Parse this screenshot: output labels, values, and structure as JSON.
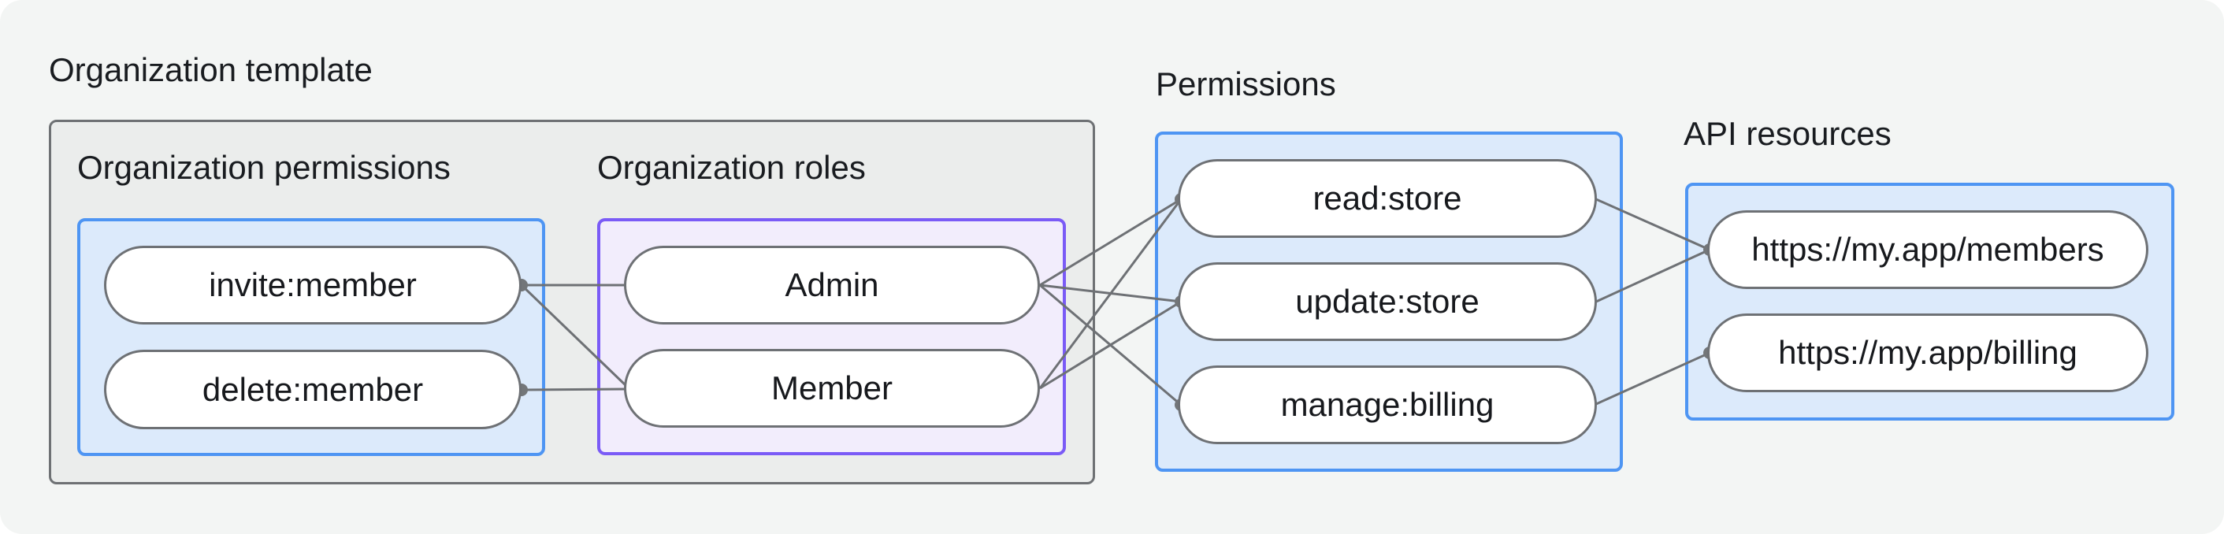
{
  "colors": {
    "canvas_background": "#f3f5f4",
    "gray_box_fill": "#ebedec",
    "gray_box_border": "#6e7174",
    "blue_box_fill": "#dceafb",
    "blue_box_border": "#4e95f3",
    "purple_box_fill": "#f2edfc",
    "purple_box_border": "#7a5bf6",
    "node_fill": "#ffffff",
    "node_border": "#6e7175",
    "connector": "#6e7175",
    "text": "#191c20"
  },
  "groups": {
    "org_template": {
      "label": "Organization template"
    },
    "org_permissions": {
      "label": "Organization permissions",
      "items": [
        {
          "label": "invite:member"
        },
        {
          "label": "delete:member"
        }
      ]
    },
    "org_roles": {
      "label": "Organization roles",
      "items": [
        {
          "label": "Admin"
        },
        {
          "label": "Member"
        }
      ]
    },
    "permissions": {
      "label": "Permissions",
      "items": [
        {
          "label": "read:store"
        },
        {
          "label": "update:store"
        },
        {
          "label": "manage:billing"
        }
      ]
    },
    "api_resources": {
      "label": "API resources",
      "items": [
        {
          "label": "https://my.app/members"
        },
        {
          "label": "https://my.app/billing"
        }
      ]
    }
  },
  "connections": [
    {
      "from": "invite:member",
      "to": "Admin"
    },
    {
      "from": "invite:member",
      "to": "Member"
    },
    {
      "from": "delete:member",
      "to": "Member"
    },
    {
      "from": "Admin",
      "to": "read:store"
    },
    {
      "from": "Admin",
      "to": "update:store"
    },
    {
      "from": "Admin",
      "to": "manage:billing"
    },
    {
      "from": "Member",
      "to": "read:store"
    },
    {
      "from": "Member",
      "to": "update:store"
    },
    {
      "from": "read:store",
      "to": "https://my.app/members"
    },
    {
      "from": "update:store",
      "to": "https://my.app/members"
    },
    {
      "from": "manage:billing",
      "to": "https://my.app/billing"
    }
  ]
}
